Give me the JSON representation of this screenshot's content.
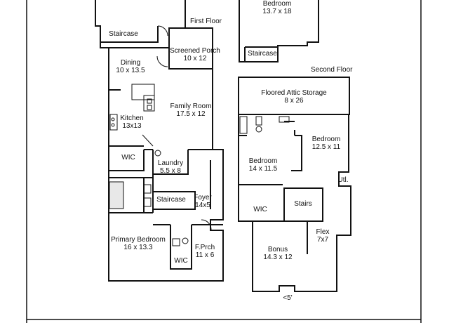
{
  "first_floor": {
    "heading": "First Floor",
    "rooms": {
      "staircase": {
        "name": "Staircase",
        "dims": ""
      },
      "dining": {
        "name": "Dining",
        "dims": "10 x 13.5"
      },
      "screened_porch": {
        "name": "Screened Porch",
        "dims": "10 x 12"
      },
      "family_room": {
        "name": "Family Room",
        "dims": "17.5 x 12"
      },
      "kitchen": {
        "name": "Kitchen",
        "dims": "13x13"
      },
      "wic": {
        "name": "WIC",
        "dims": ""
      },
      "laundry": {
        "name": "Laundry",
        "dims": "5.5 x 8"
      },
      "staircase2": {
        "name": "Staircase",
        "dims": ""
      },
      "foyer": {
        "name": "Foyer",
        "dims": "14x5"
      },
      "primary_bedroom": {
        "name": "Primary Bedroom",
        "dims": "16 x 13.3"
      },
      "front_porch": {
        "name": "F.Prch",
        "dims": "11 x 6"
      },
      "wic2": {
        "name": "WIC",
        "dims": ""
      }
    }
  },
  "upper_partial": {
    "rooms": {
      "bedroom": {
        "name": "Bedroom",
        "dims": "13.7 x 18"
      },
      "staircase": {
        "name": "Staircase",
        "dims": ""
      }
    }
  },
  "second_floor": {
    "heading": "Second Floor",
    "rooms": {
      "attic": {
        "name": "Floored Attic Storage",
        "dims": "8 x 26"
      },
      "bedroom_a": {
        "name": "Bedroom",
        "dims": "12.5 x 11"
      },
      "bedroom_b": {
        "name": "Bedroom",
        "dims": "14 x 11.5"
      },
      "utility": {
        "name": "Utl.",
        "dims": ""
      },
      "stairs": {
        "name": "Stairs",
        "dims": ""
      },
      "wic": {
        "name": "WIC",
        "dims": ""
      },
      "flex": {
        "name": "Flex",
        "dims": "7x7"
      },
      "bonus": {
        "name": "Bonus",
        "dims": "14.3 x 12"
      },
      "note": {
        "name": "<5'",
        "dims": ""
      }
    }
  }
}
